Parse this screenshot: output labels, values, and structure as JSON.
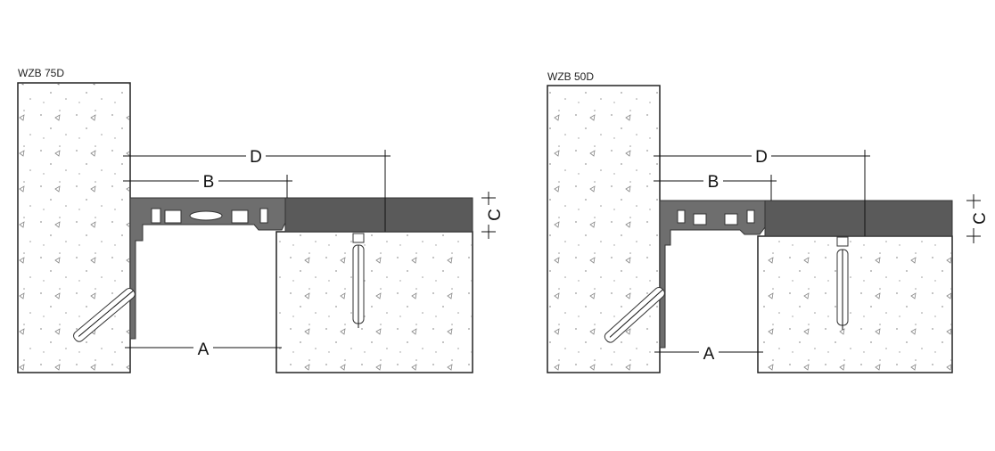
{
  "diagrams": [
    {
      "title": "WZB 75D",
      "dims": {
        "a": "A",
        "b": "B",
        "c": "C",
        "d": "D"
      }
    },
    {
      "title": "WZB 50D",
      "dims": {
        "a": "A",
        "b": "B",
        "c": "C",
        "d": "D"
      }
    }
  ]
}
